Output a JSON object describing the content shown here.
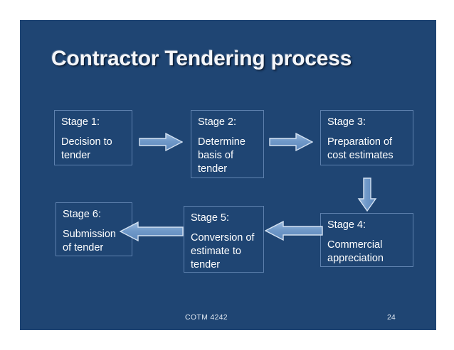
{
  "slide": {
    "title": "Contractor Tendering process",
    "background_color": "#1f4573",
    "box_border_color": "#5e81ae",
    "arrow_fill_color": "#6e96c6",
    "arrow_stroke_color": "#ccdcef",
    "text_color": "#ffffff"
  },
  "stages": [
    {
      "label": "Stage 1:",
      "description": "Decision to\ntender"
    },
    {
      "label": "Stage 2:",
      "description": "Determine\nbasis of\ntender"
    },
    {
      "label": "Stage 3:",
      "description": "Preparation of\ncost estimates"
    },
    {
      "label": "Stage 4:",
      "description": "Commercial\nappreciation"
    },
    {
      "label": "Stage 5:",
      "description": "Conversion of\nestimate to\ntender"
    },
    {
      "label": "Stage 6:",
      "description": "Submission\nof tender"
    }
  ],
  "connectors": [
    {
      "name": "arrow-stage-1-to-2",
      "direction": "right"
    },
    {
      "name": "arrow-stage-2-to-3",
      "direction": "right"
    },
    {
      "name": "arrow-stage-3-to-4",
      "direction": "down"
    },
    {
      "name": "arrow-stage-4-to-5",
      "direction": "left"
    },
    {
      "name": "arrow-stage-5-to-6",
      "direction": "left"
    }
  ],
  "footer": {
    "course_code": "COTM 4242",
    "page_number": "24"
  }
}
